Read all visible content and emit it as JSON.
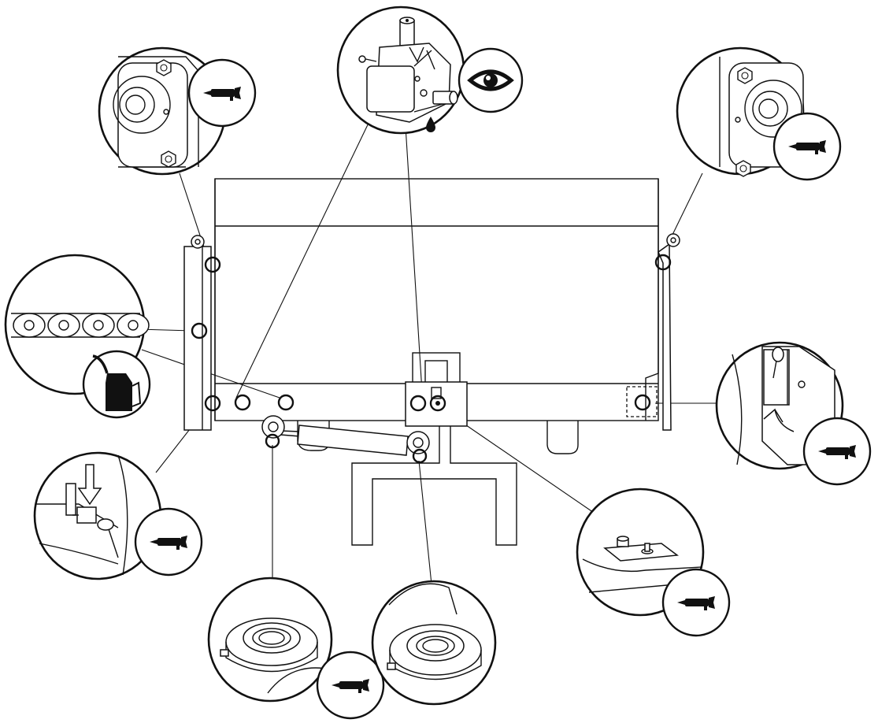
{
  "diagram": {
    "kind": "lubrication-points-schematic",
    "colors": {
      "stroke": "#111111",
      "background": "#ffffff"
    },
    "icons": {
      "grease": "grease-gun-icon",
      "oil": "oil-can-icon",
      "inspect": "eye-icon",
      "oil_drop": "oil-drop-icon"
    },
    "callouts": [
      {
        "id": "top-left-bearing",
        "content": "flange-bearing",
        "icon": "grease-gun-icon"
      },
      {
        "id": "gearbox",
        "content": "gearbox",
        "icon": "eye-icon"
      },
      {
        "id": "top-right-bearing",
        "content": "flange-bearing",
        "icon": "grease-gun-icon"
      },
      {
        "id": "drive-chain",
        "content": "roller-chain",
        "icon": "oil-can-icon"
      },
      {
        "id": "left-pivot",
        "content": "pivot-grease-point",
        "icon": "grease-gun-icon"
      },
      {
        "id": "right-pivot",
        "content": "pivot-grease-point",
        "icon": "grease-gun-icon"
      },
      {
        "id": "cylinder-left-eye",
        "content": "cylinder-bearing",
        "icon": "grease-gun-icon"
      },
      {
        "id": "cylinder-right-eye",
        "content": "cylinder-bearing",
        "icon": "none"
      },
      {
        "id": "hitch-plate",
        "content": "grease-nipple-plate",
        "icon": "grease-gun-icon"
      }
    ]
  }
}
